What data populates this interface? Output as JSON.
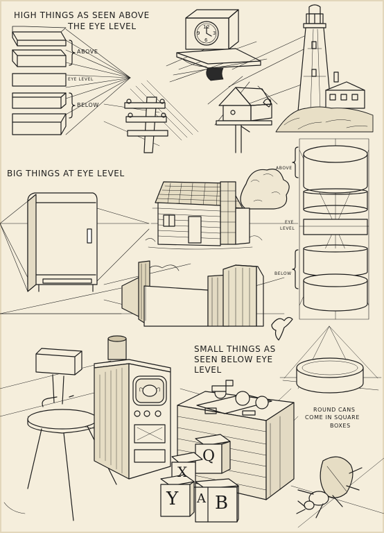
{
  "headings": {
    "high_line1": "HIGH THINGS AS SEEN ABOVE",
    "high_line2": "THE EYE LEVEL",
    "big": "BIG THINGS AT EYE LEVEL",
    "small_line1": "SMALL THINGS AS",
    "small_line2": "SEEN BELOW EYE",
    "small_line3": "LEVEL"
  },
  "box_labels": {
    "above": "ABOVE",
    "eye_level": "EYE LEVEL",
    "below": "BELOW"
  },
  "cylinder_labels": {
    "above": "ABOVE",
    "eye_line1": "EYE",
    "eye_line2": "LEVEL",
    "below": "BELOW"
  },
  "round_cans_caption": {
    "line1": "ROUND CANS",
    "line2": "COME IN SQUARE",
    "line3": "BOXES"
  },
  "clock_numerals": [
    "12",
    "3",
    "6",
    "9"
  ],
  "block_letters": [
    "Q",
    "X",
    "Y",
    "A",
    "B"
  ],
  "colors": {
    "paper": "#f5eedc",
    "ink": "#1b1b1b"
  }
}
